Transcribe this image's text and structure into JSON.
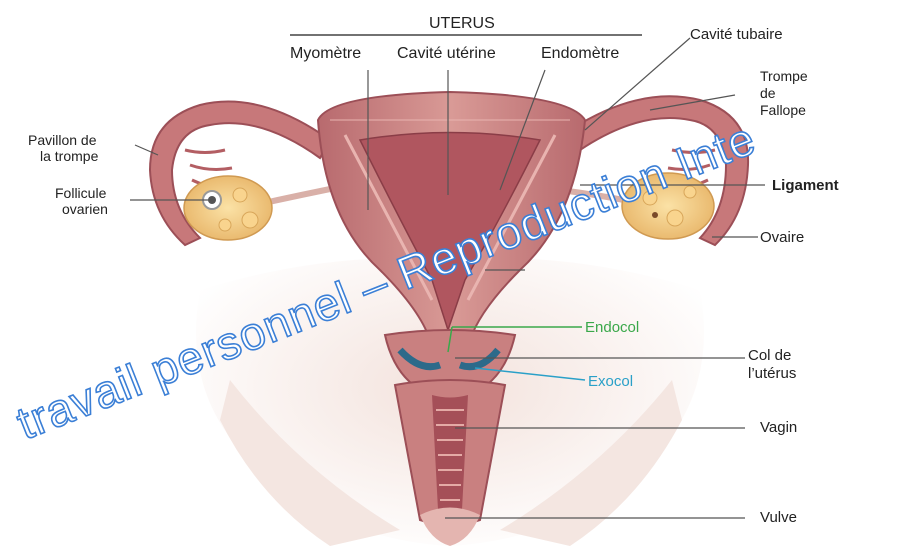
{
  "header": {
    "uterus": "UTERUS",
    "myometre": "Myomètre",
    "cavite_uterine": "Cavité utérine",
    "endometre": "Endomètre"
  },
  "labels": {
    "cavite_tubaire": "Cavité tubaire",
    "trompe_line1": "Trompe",
    "trompe_line2": "de",
    "trompe_line3": "Fallope",
    "pavillon_line1": "Pavillon de",
    "pavillon_line2": "la trompe",
    "follicule_line1": "Follicule",
    "follicule_line2": "ovarien",
    "ligament": "Ligament",
    "ovaire": "Ovaire",
    "endocol": "Endocol",
    "exocol": "Exocol",
    "col_line1": "Col de",
    "col_line2": "l’utérus",
    "vagin": "Vagin",
    "vulve": "Vulve"
  },
  "watermark": "travail personnel – Reproduction Inte",
  "colors": {
    "tissue": "#c98686",
    "tissue_dark": "#9c4f57",
    "cavity": "#b96a70",
    "ovary": "#f2cc86",
    "skin": "#f6ebe7",
    "endocol": "#3aa84a",
    "exocol": "#2aa0c8",
    "leader": "#555555",
    "watermark": "#3b7fd6"
  }
}
